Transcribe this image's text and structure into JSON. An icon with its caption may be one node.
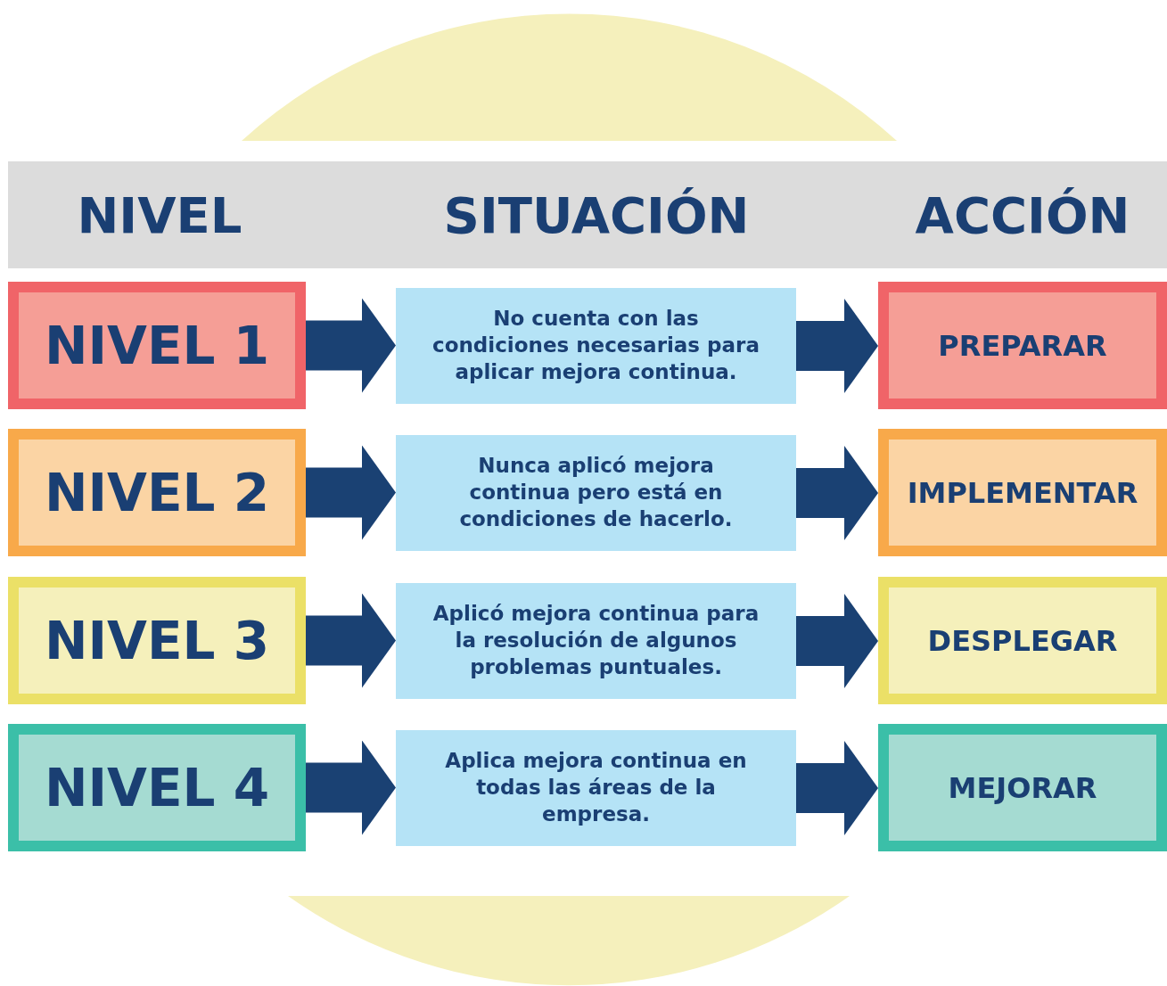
{
  "diagram": {
    "nodes": [
      {
        "text": [
          "NIVEL 1"
        ]
      },
      {
        "text": [
          "No cuenta con las condiciones necesarias para aplicar mejora continua."
        ]
      },
      {
        "text": [
          "PREPARAR"
        ]
      },
      {
        "text": [
          "NIVEL 2"
        ]
      },
      {
        "text": [
          "Nunca aplicó mejora continua pero está en condiciones de hacerlo."
        ]
      },
      {
        "text": [
          "IMPLEMENTAR"
        ]
      },
      {
        "text": [
          "NIVEL 3"
        ]
      },
      {
        "text": [
          "Aplicó mejora continua para la resolución de algunos problemas puntuales."
        ]
      },
      {
        "text": [
          "DESPLEGAR"
        ]
      },
      {
        "text": [
          "NIVEL 4"
        ]
      },
      {
        "text": [
          "Aplica mejora continua en todas las áreas de la empresa."
        ]
      },
      {
        "text": [
          "MEJORAR"
        ]
      }
    ],
    "edges": [
      {
        "from": 0,
        "to": 1,
        "arrow": "to"
      },
      {
        "from": 1,
        "to": 2,
        "arrow": "to"
      },
      {
        "from": 3,
        "to": 4,
        "arrow": "to"
      },
      {
        "from": 4,
        "to": 5,
        "arrow": "to"
      },
      {
        "from": 6,
        "to": 7,
        "arrow": "to"
      },
      {
        "from": 7,
        "to": 8,
        "arrow": "to"
      },
      {
        "from": 9,
        "to": 10,
        "arrow": "to"
      },
      {
        "from": 10,
        "to": 11,
        "arrow": "to"
      }
    ],
    "labels": [
      "NIVEL",
      "SITUACIÓN",
      "ACCIÓN"
    ]
  }
}
